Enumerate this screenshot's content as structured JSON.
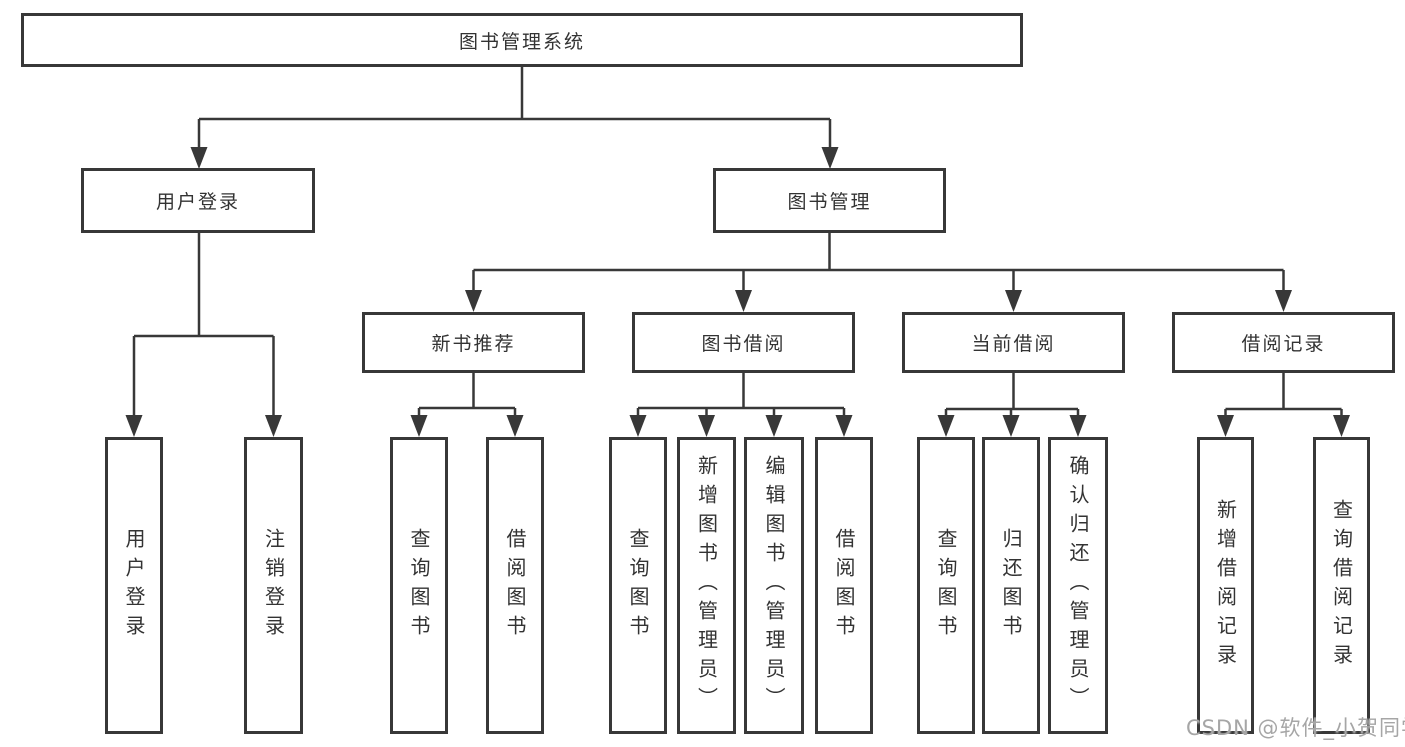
{
  "tree": {
    "root": {
      "label": "图书管理系统"
    },
    "children": [
      {
        "label": "用户登录",
        "children": [
          {
            "label": "用户登录"
          },
          {
            "label": "注销登录"
          }
        ]
      },
      {
        "label": "图书管理",
        "children": [
          {
            "label": "新书推荐",
            "children": [
              {
                "label": "查询图书"
              },
              {
                "label": "借阅图书"
              }
            ]
          },
          {
            "label": "图书借阅",
            "children": [
              {
                "label": "查询图书"
              },
              {
                "label": "新增图书（管理员）"
              },
              {
                "label": "编辑图书（管理员）"
              },
              {
                "label": "借阅图书"
              }
            ]
          },
          {
            "label": "当前借阅",
            "children": [
              {
                "label": "查询图书"
              },
              {
                "label": "归还图书"
              },
              {
                "label": "确认归还（管理员）"
              }
            ]
          },
          {
            "label": "借阅记录",
            "children": [
              {
                "label": "新增借阅记录"
              },
              {
                "label": "查询借阅记录"
              }
            ]
          }
        ]
      }
    ]
  },
  "watermark": {
    "text": "CSDN @软件_小贺同学"
  },
  "colors": {
    "line": "#383838",
    "text": "#333333",
    "background": "#ffffff",
    "watermark": "#a6a6a6"
  }
}
